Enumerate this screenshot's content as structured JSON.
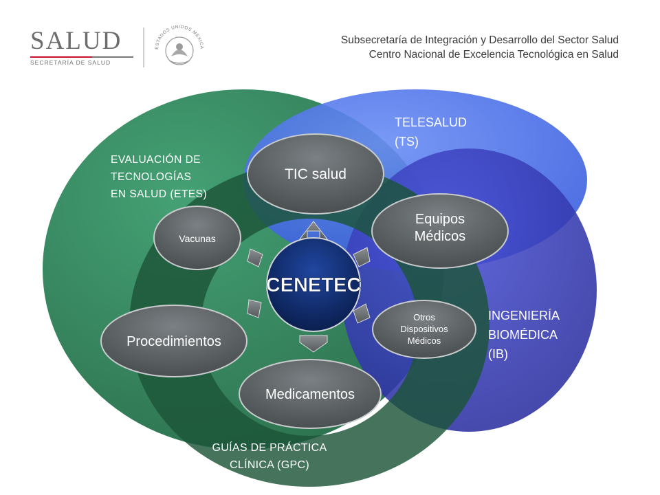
{
  "header": {
    "line1": "Subsecretaría de Integración y Desarrollo del Sector Salud",
    "line2": "Centro Nacional de Excelencia Tecnológica en Salud"
  },
  "logo": {
    "word": "SALUD",
    "subtitle": "SECRETARÍA DE SALUD",
    "seal_text": "ESTADOS UNIDOS MEXICANOS"
  },
  "areas": {
    "etes": [
      "EVALUACIÓN DE",
      "TECNOLOGÍAS",
      "EN SALUD (ETES)"
    ],
    "ts": [
      "TELESALUD",
      "(TS)"
    ],
    "ib": [
      "INGENIERÍA",
      "BIOMÉDICA",
      "(IB)"
    ],
    "gpc": [
      "GUÍAS DE PRÁCTICA",
      "CLÍNICA (GPC)"
    ]
  },
  "center": {
    "label": "CENETEC"
  },
  "nodes": {
    "tic": [
      "TIC salud"
    ],
    "equipos": [
      "Equipos",
      "Médicos"
    ],
    "otros": [
      "Otros",
      "Dispositivos",
      "Médicos"
    ],
    "medicamentos": [
      "Medicamentos"
    ],
    "procedimientos": [
      "Procedimientos"
    ],
    "vacunas": [
      "Vacunas"
    ]
  },
  "colors": {
    "etes": "#2e8b5f",
    "ts": "#4a72e8",
    "ib": "#3a3fb8",
    "gpc": "#1e5a3e",
    "node": "#5a5f61",
    "center": "#0e2a63"
  }
}
